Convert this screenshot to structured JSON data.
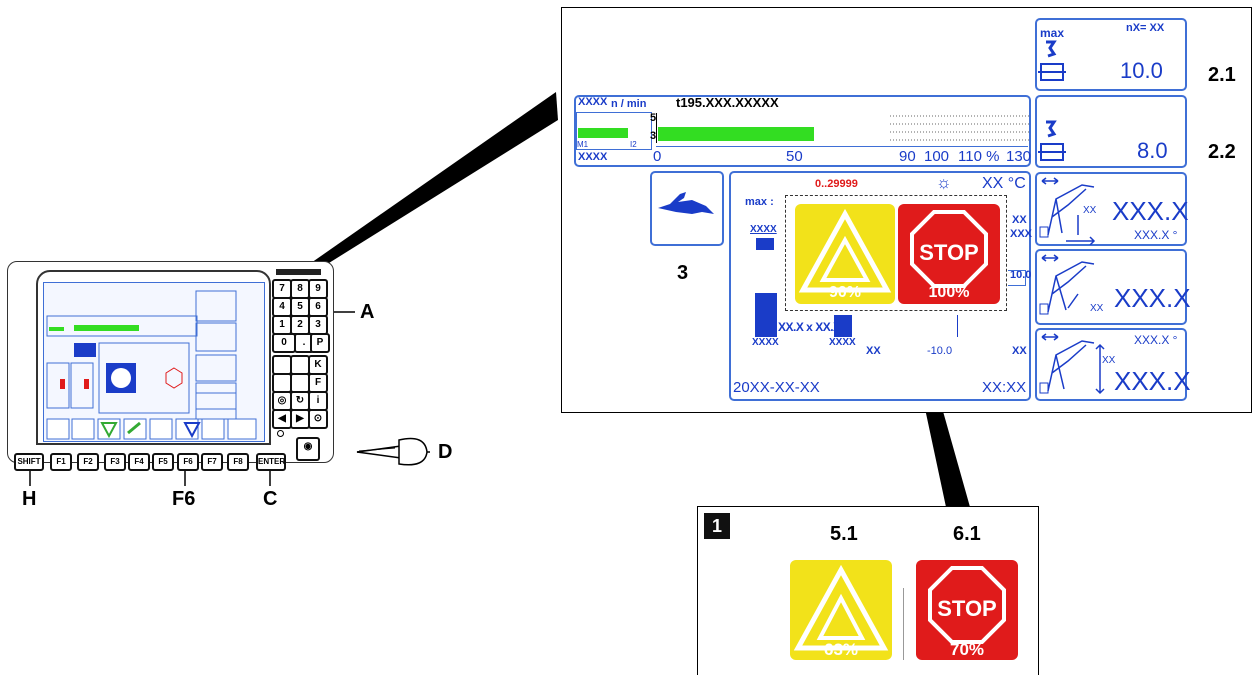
{
  "callouts": {
    "A": "A",
    "D": "D",
    "H": "H",
    "F6": "F6",
    "C": "C",
    "c21": "2.1",
    "c22": "2.2",
    "c3": "3",
    "c51": "5.1",
    "c61": "6.1",
    "box_num": "1"
  },
  "device": {
    "shift_label": "SHIFT",
    "enter_label": "ENTER",
    "fkeys": [
      "F1",
      "F2",
      "F3",
      "F4",
      "F5",
      "F6",
      "F7",
      "F8"
    ],
    "numkeys": [
      "7",
      "8",
      "9",
      "4",
      "5",
      "6",
      "1",
      "2",
      "3",
      "0",
      ".",
      "P"
    ]
  },
  "screen": {
    "speed_label": "XXXX",
    "speed_unit": "n / min",
    "program_code": "t195.XXX.XXXXX",
    "bar_scale_5": "5",
    "bar_scale_3": "3",
    "bar_left_bottom": "XXXX",
    "bar_m1": "M1",
    "bar_i2": "I2",
    "bar_fill_fraction": 0.42,
    "ticks": [
      "0",
      "50",
      "90",
      "100",
      "110 %",
      "130"
    ],
    "range_label": "0..29999",
    "temp_label": "XX °C",
    "max_label": "max :",
    "xxxx_left": "XXXX",
    "xx_right": "XX",
    "xxx_right": "XXX",
    "val_10": "10.0",
    "val_neg10": "-10.0",
    "xxxx_bottom_left": "XXXX",
    "xxxx_bottom_mid": "XXXX",
    "xx_bottom_mid": "XX",
    "xx_bottom_right": "XX",
    "dims": "XX.X x XX.X",
    "date": "20XX-XX-XX",
    "time": "XX:XX",
    "warn_pct": "90%",
    "stop_text": "STOP",
    "stop_pct": "100%",
    "max_top": "max",
    "nx_label": "nX= XX",
    "load1": "10.0",
    "load2": "8.0",
    "crane1_value": "XXX.X",
    "crane1_sub": "XXX.X °",
    "crane1_xx": "XX",
    "crane2_value": "XXX.X",
    "crane2_xx": "XX",
    "crane3_value": "XXX.X",
    "crane3_top": "XXX.X °",
    "crane3_xx": "XX"
  },
  "detail": {
    "warn_pct": "63%",
    "stop_text": "STOP",
    "stop_pct": "70%"
  },
  "colors": {
    "screen_blue": "#1a3cc8",
    "bar_green": "#33dd22",
    "warn_yellow": "#f2e21a",
    "stop_red": "#e01b1b"
  }
}
